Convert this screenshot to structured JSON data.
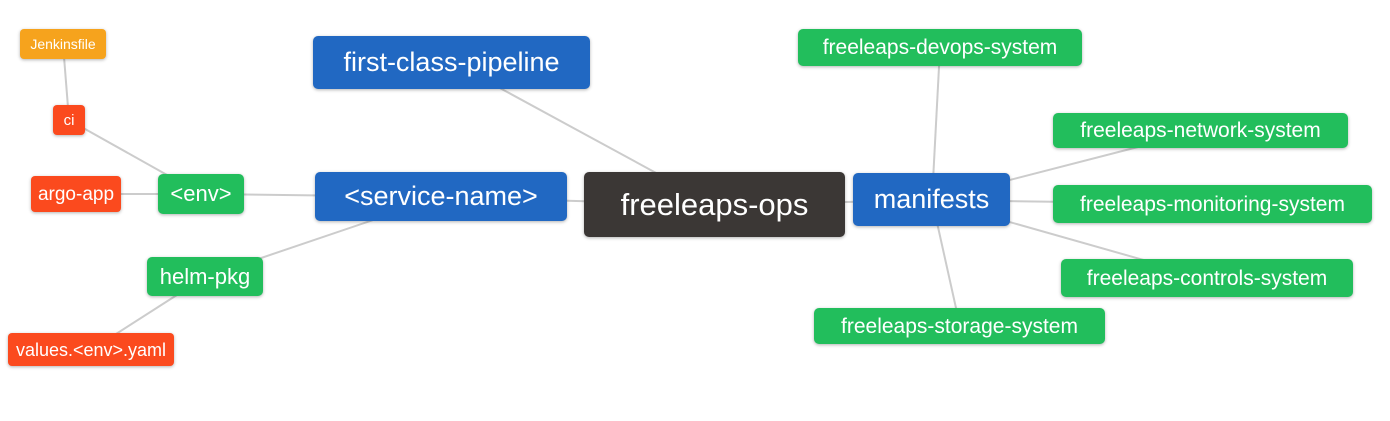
{
  "colors": {
    "root": "#3B3735",
    "branch": "#2168C2",
    "leaf_green": "#22BE5C",
    "leaf_red": "#FB4A1E",
    "leaf_orange": "#F6A31D",
    "edge": "#CCCCCC",
    "node_text": "#FFFFFF",
    "background": "#FFFFFF"
  },
  "mindmap": {
    "nodes": {
      "freeleaps_ops": {
        "label": "freeleaps-ops"
      },
      "first_class_pipeline": {
        "label": "first-class-pipeline"
      },
      "service_name": {
        "label": "<service-name>"
      },
      "manifests": {
        "label": "manifests"
      },
      "env": {
        "label": "<env>"
      },
      "helm_pkg": {
        "label": "helm-pkg"
      },
      "ci": {
        "label": "ci"
      },
      "argo_app": {
        "label": "argo-app"
      },
      "jenkinsfile": {
        "label": "Jenkinsfile"
      },
      "values_env_yaml": {
        "label": "values.<env>.yaml"
      },
      "devops_system": {
        "label": "freeleaps-devops-system"
      },
      "network_system": {
        "label": "freeleaps-network-system"
      },
      "monitoring_system": {
        "label": "freeleaps-monitoring-system"
      },
      "controls_system": {
        "label": "freeleaps-controls-system"
      },
      "storage_system": {
        "label": "freeleaps-storage-system"
      }
    },
    "edges": [
      [
        "jenkinsfile",
        "ci"
      ],
      [
        "ci",
        "env"
      ],
      [
        "argo_app",
        "env"
      ],
      [
        "env",
        "service_name"
      ],
      [
        "helm_pkg",
        "service_name"
      ],
      [
        "values_env_yaml",
        "helm_pkg"
      ],
      [
        "service_name",
        "freeleaps_ops"
      ],
      [
        "first_class_pipeline",
        "freeleaps_ops"
      ],
      [
        "freeleaps_ops",
        "manifests"
      ],
      [
        "manifests",
        "devops_system"
      ],
      [
        "manifests",
        "network_system"
      ],
      [
        "manifests",
        "monitoring_system"
      ],
      [
        "manifests",
        "controls_system"
      ],
      [
        "manifests",
        "storage_system"
      ]
    ]
  }
}
